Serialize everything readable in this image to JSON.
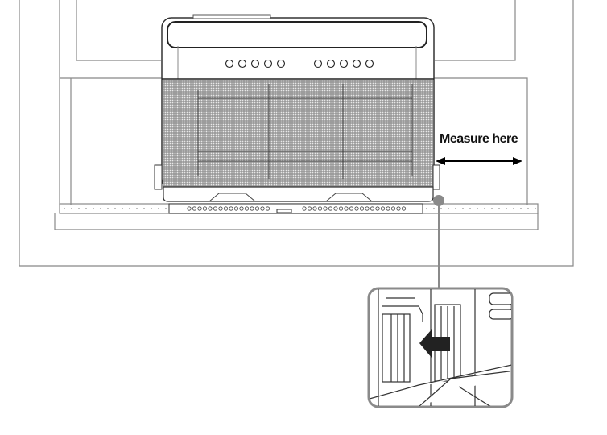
{
  "diagram": {
    "measure_label": "Measure here",
    "callout_color": "#8a8a8a",
    "grille_color": "#6a6a6a",
    "arrow_icon": "double-headed-arrow",
    "inset_arrow_icon": "left-arrow"
  }
}
